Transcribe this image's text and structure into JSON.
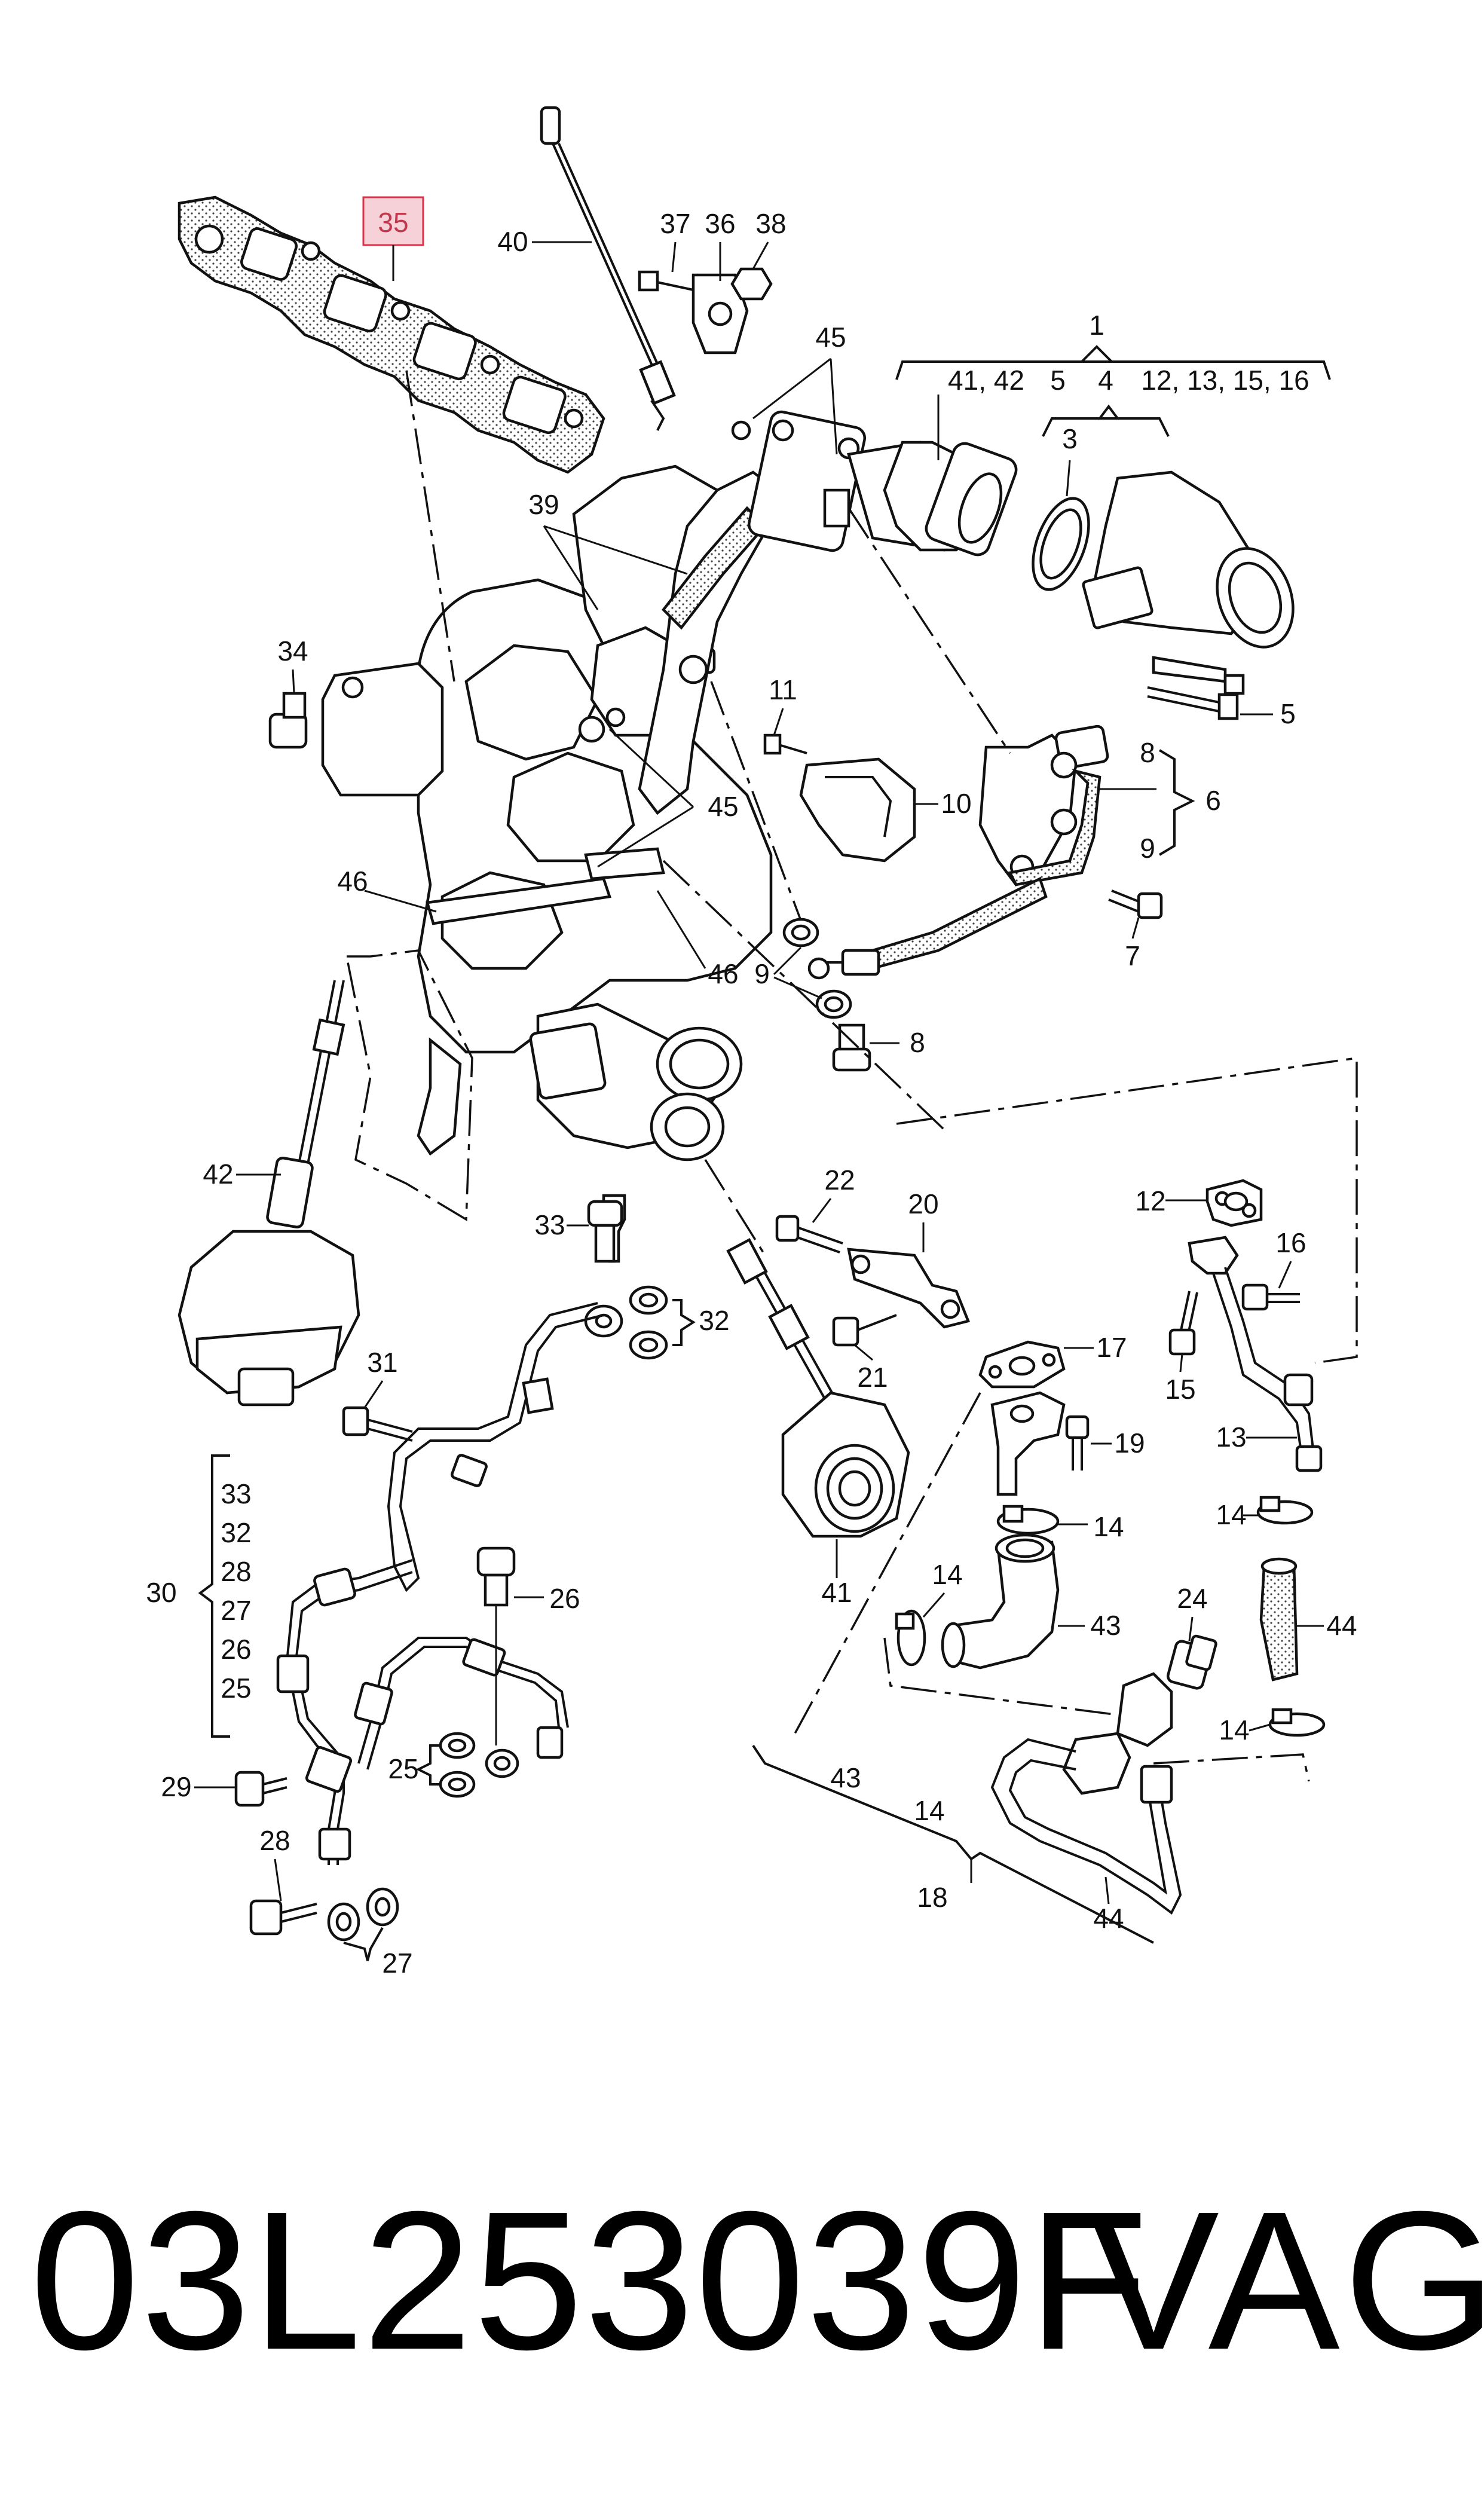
{
  "diagram": {
    "labels": {
      "c1": "1",
      "c41": "41, 42",
      "c5a": "5",
      "c4": "4",
      "c12": "12, 13, 15, 16",
      "c3": "3",
      "c5b": "5",
      "c35": "35",
      "c40": "40",
      "c37": "37",
      "c36": "36",
      "c38": "38",
      "c45a": "45",
      "c39": "39",
      "c34": "34",
      "c11": "11",
      "c10": "10",
      "c8a": "8",
      "c6": "6",
      "c9a": "9",
      "c45b": "45",
      "c46a": "46",
      "c46b": "46",
      "c9b": "9",
      "c8b": "8",
      "c7": "7",
      "c42": "42",
      "c22": "22",
      "c20": "20",
      "c33a": "33",
      "c32": "32",
      "c21": "21",
      "c12b": "12",
      "c16": "16",
      "c17": "17",
      "c15": "15",
      "c31": "31",
      "c19": "19",
      "c13": "13",
      "c14a": "14",
      "c14b": "14",
      "c41b": "41",
      "g33": "33",
      "g32": "32",
      "g28": "28",
      "g27": "27",
      "g26": "26",
      "g25": "25",
      "c30": "30",
      "c26": "26",
      "c14c": "14",
      "c43a": "43",
      "c24": "24",
      "c44a": "44",
      "c14d": "14",
      "c29": "29",
      "c25": "25",
      "c43b": "43",
      "c14e": "14",
      "c18": "18",
      "c44b": "44",
      "c28": "28",
      "c27": "27"
    }
  },
  "footer": {
    "part_number": "03L253039F",
    "brand": "VAG"
  },
  "highlight_color": "#f6d2d8",
  "highlight_border": "#d8334a"
}
